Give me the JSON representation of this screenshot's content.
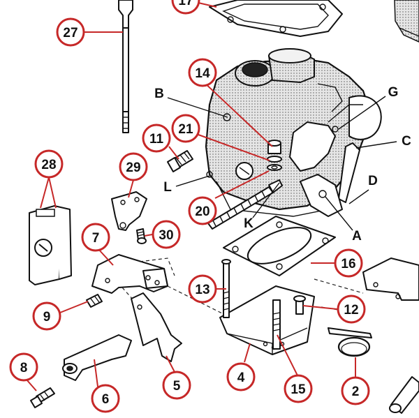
{
  "diagram": {
    "title": "Carburettor exploded view",
    "colors": {
      "callout_ring": "#c62828",
      "leader": "#c62828",
      "ink": "#111111",
      "shading": "#d9d9d9"
    },
    "callouts": [
      "17",
      "27",
      "14",
      "11",
      "21",
      "28",
      "29",
      "20",
      "30",
      "7",
      "16",
      "13",
      "12",
      "9",
      "4",
      "8",
      "6",
      "5",
      "15",
      "2"
    ],
    "letters": [
      "B",
      "G",
      "C",
      "D",
      "L",
      "K",
      "A"
    ]
  }
}
